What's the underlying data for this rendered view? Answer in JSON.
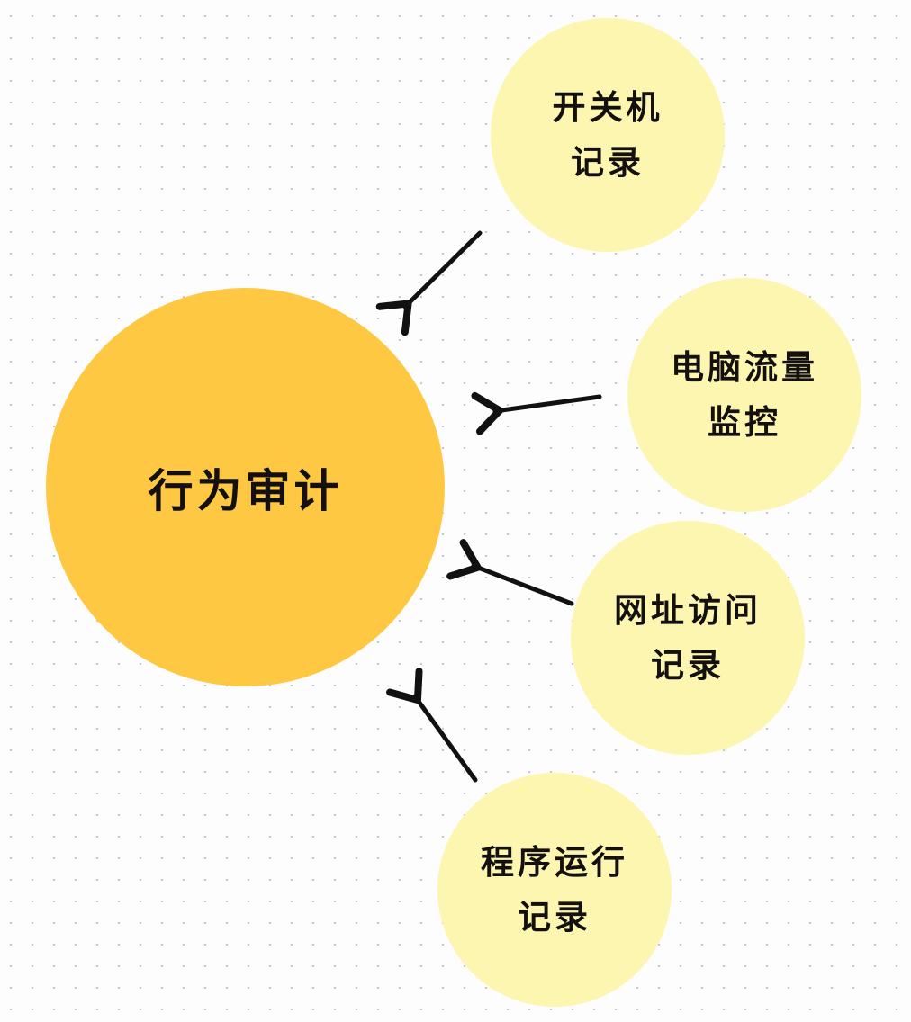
{
  "diagram": {
    "type": "radial-concept-map",
    "background": "dot-grid",
    "colors": {
      "center": "#FFC843",
      "satellite": "#FCF6B0",
      "arrow": "#111111",
      "text": "#141010",
      "background": "#FDFDFE",
      "grid_dot": "#C9C9CF"
    },
    "center": {
      "label": "行为审计"
    },
    "satellites": [
      {
        "line1": "开关机",
        "line2": "记录"
      },
      {
        "line1": "电脑流量",
        "line2": "监控"
      },
      {
        "line1": "网址访问",
        "line2": "记录"
      },
      {
        "line1": "程序运行",
        "line2": "记录"
      }
    ],
    "edges": [
      {
        "from": "开关机记录",
        "to": "行为审计"
      },
      {
        "from": "电脑流量监控",
        "to": "行为审计"
      },
      {
        "from": "网址访问记录",
        "to": "行为审计"
      },
      {
        "from": "程序运行记录",
        "to": "行为审计"
      }
    ]
  }
}
